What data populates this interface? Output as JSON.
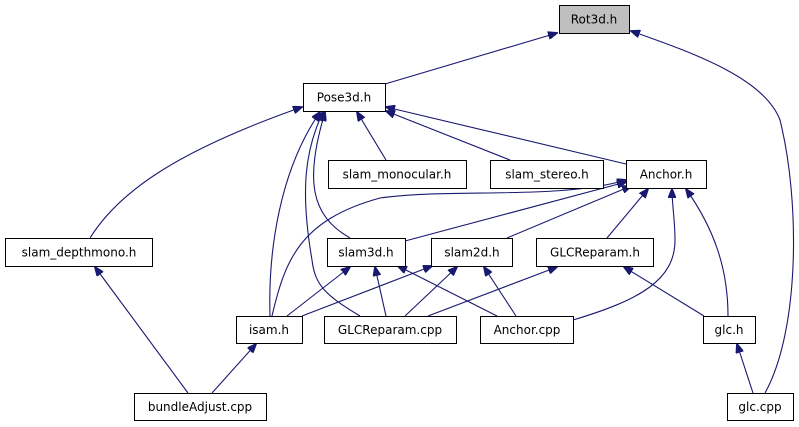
{
  "graph": {
    "type": "include-dependency-graph",
    "colors": {
      "edge": "#191970",
      "root_fill": "#bfbfbf",
      "node_fill": "#ffffff"
    },
    "nodes": {
      "rot3d": "Rot3d.h",
      "pose3d": "Pose3d.h",
      "slam_monocular": "slam_monocular.h",
      "slam_stereo": "slam_stereo.h",
      "anchor_h": "Anchor.h",
      "slam_depthmono": "slam_depthmono.h",
      "slam3d": "slam3d.h",
      "slam2d": "slam2d.h",
      "glcreparam_h": "GLCReparam.h",
      "isam": "isam.h",
      "glcreparam_cpp": "GLCReparam.cpp",
      "anchor_cpp": "Anchor.cpp",
      "glc_h": "glc.h",
      "bundleadjust": "bundleAdjust.cpp",
      "glc_cpp": "glc.cpp"
    },
    "edges": [
      [
        "Pose3d.h",
        "Rot3d.h"
      ],
      [
        "glc.cpp",
        "Rot3d.h"
      ],
      [
        "slam_monocular.h",
        "Pose3d.h"
      ],
      [
        "slam_stereo.h",
        "Pose3d.h"
      ],
      [
        "Anchor.h",
        "Pose3d.h"
      ],
      [
        "slam_depthmono.h",
        "Pose3d.h"
      ],
      [
        "slam3d.h",
        "Pose3d.h"
      ],
      [
        "isam.h",
        "Pose3d.h"
      ],
      [
        "GLCReparam.cpp",
        "Pose3d.h"
      ],
      [
        "isam.h",
        "Anchor.h"
      ],
      [
        "slam3d.h",
        "Anchor.h"
      ],
      [
        "slam2d.h",
        "Anchor.h"
      ],
      [
        "GLCReparam.h",
        "Anchor.h"
      ],
      [
        "Anchor.cpp",
        "Anchor.h"
      ],
      [
        "glc.h",
        "Anchor.h"
      ],
      [
        "isam.h",
        "slam3d.h"
      ],
      [
        "GLCReparam.cpp",
        "slam3d.h"
      ],
      [
        "Anchor.cpp",
        "slam3d.h"
      ],
      [
        "isam.h",
        "slam2d.h"
      ],
      [
        "GLCReparam.cpp",
        "slam2d.h"
      ],
      [
        "Anchor.cpp",
        "slam2d.h"
      ],
      [
        "GLCReparam.cpp",
        "GLCReparam.h"
      ],
      [
        "glc.h",
        "GLCReparam.h"
      ],
      [
        "bundleAdjust.cpp",
        "slam_depthmono.h"
      ],
      [
        "bundleAdjust.cpp",
        "isam.h"
      ],
      [
        "glc.cpp",
        "glc.h"
      ]
    ]
  }
}
